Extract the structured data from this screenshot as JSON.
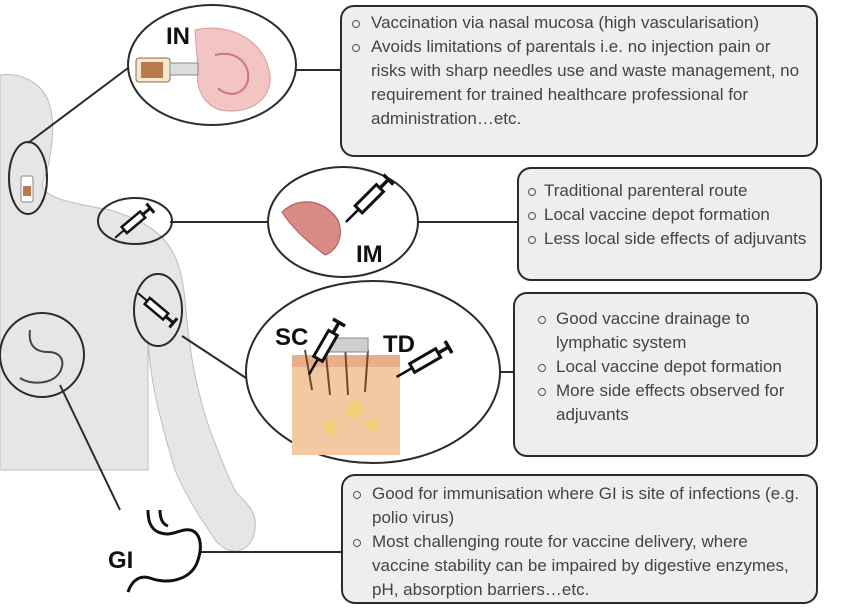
{
  "routes": {
    "in": {
      "label": "IN",
      "points": [
        "Vaccination via nasal mucosa (high vascularisation)",
        "Avoids limitations of parentals i.e. no injection pain or risks with sharp needles use and waste management, no requirement for trained healthcare professional for administration…etc."
      ]
    },
    "im": {
      "label": "IM",
      "points": [
        "Traditional parenteral route",
        "Local vaccine depot formation",
        "Less local side effects of adjuvants"
      ]
    },
    "sc_td": {
      "label_sc": "SC",
      "label_td": "TD",
      "points": [
        "Good vaccine drainage to lymphatic system",
        "Local vaccine depot formation",
        "More side effects observed for adjuvants"
      ]
    },
    "gi": {
      "label": "GI",
      "points": [
        "Good for immunisation where GI is site of infections (e.g. polio virus)",
        "Most challenging route for vaccine delivery, where vaccine stability can be impaired by digestive enzymes, pH, absorption barriers…etc."
      ]
    }
  },
  "colors": {
    "outline": "#2b2b2b",
    "box_fill": "#eeeeee",
    "text": "#444444",
    "body": "#e6e6e6",
    "muscle": "#d98a85",
    "skin": "#f2c9a0"
  },
  "icons": [
    "nasal-spray-icon",
    "syringe-icon",
    "stomach-icon",
    "muscle-icon",
    "skin-layers-icon",
    "nasal-cavity-icon"
  ]
}
